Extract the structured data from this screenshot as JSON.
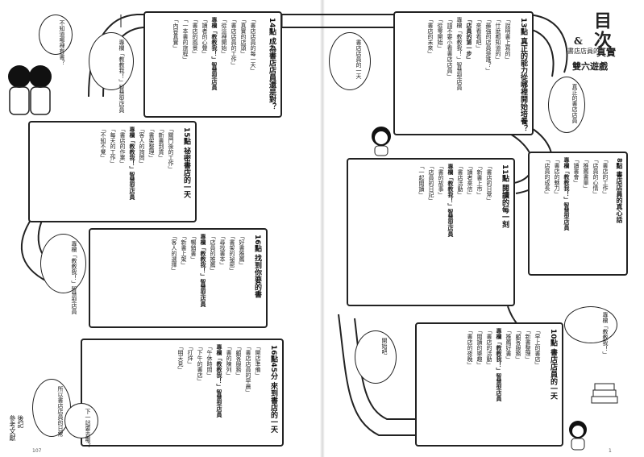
{
  "header": {
    "title": "目次",
    "amp": "&",
    "subtitle": "書店店員的",
    "emph": "真實",
    "subtitle2": "雙六遊戲"
  },
  "panels": {
    "p13": {
      "title": "13點 真正的能力從哪裡開始培養？",
      "cols": [
        "「說明書上寫的」",
        "「什麼都知道的」",
        "「最強的店員是誰？」",
        "「來看看吧」",
        "「店員的第一步」",
        "專欄「教教我！」智慧型店員",
        "「請不要小看書店店員」",
        "「從零開始」",
        "「書店的未來」"
      ]
    },
    "p14": {
      "title": "14點 成為書店店員還是對？",
      "cols": [
        "「書店店員的每一天」",
        "「真實的店頭」",
        "「書店店員的工作」",
        "「從這裡開始」",
        "專欄「教教我！」智慧型店員",
        "「讀者的心聲」",
        "「書店的風景」",
        "「一本書的旅程」",
        "「內容真實」"
      ]
    },
    "p15": {
      "title": "15點 祕密書店的一天",
      "cols": [
        "「關門後的工作」",
        "「新書到貨」",
        "「書架整理」",
        "「客人的詢問」",
        "專欄「教教我！」智慧型店員",
        "「書店的作業」",
        "「每天的工作」",
        "「不知不覺」"
      ]
    },
    "p16a": {
      "title": "16點 找到你要的書",
      "cols": [
        "「好書推薦」",
        "「書架的祕密」",
        "「尋找書本」",
        "「店員的推薦」",
        "專欄「教教我！」智慧型店員",
        "「暢銷書」",
        "「新書上架」",
        "「客人的選擇」"
      ]
    },
    "p16b": {
      "title": "16點45分 來到書店的一天",
      "cols": [
        "「開店準備」",
        "「書店店員的早晨」",
        "「顧客服務」",
        "「書的陳列」",
        "專欄「教教我！」智慧型店員",
        "「午休時間」",
        "「下午的書店」",
        "「打烊」",
        "「明天見」"
      ]
    },
    "p11": {
      "title": "11點 閱讀的每一刻",
      "cols": [
        "「書店的日常」",
        "「新書上市」",
        "「讀者來信」",
        "「書店活動」",
        "專欄「教教我！」智慧型店員",
        "「書的故事」",
        "「店員的日記」",
        "「一起閱讀」"
      ]
    },
    "p8": {
      "title": "8點 書店店員的真心話",
      "cols": [
        "「書店的工作」",
        "「店員的心情」",
        "「推薦書單」",
        "「讀書會」",
        "專欄「教教我！」智慧型店員",
        "「書店的魅力」",
        "「店員的成長」"
      ]
    },
    "p10": {
      "title": "10點 書店店員的一天",
      "cols": [
        "「早上的書店」",
        "「新書整理」",
        "「顧客服務」",
        "「推薦好書」",
        "專欄「教教我！」智慧型店員",
        "「書店的活動」",
        "「閱讀的樂趣」",
        "「書店的夜晚」"
      ]
    }
  },
  "bubbles": {
    "b1": "不知道哪裡有書？",
    "b2": "專欄「教教我！」智慧型店員",
    "b3": "專欄「教教我！」智慧型店員",
    "b4": "所以書店店員的日常",
    "b5": "下一站要去哪？",
    "b6": "書店店員的一天",
    "b7": "專欄「教教我！」",
    "b8": "開始吧",
    "b9": "真正的書店店員"
  },
  "footer": {
    "afterword": "後記",
    "refs": "參考文獻",
    "left_page": "107",
    "right_page": "1"
  },
  "colors": {
    "ink": "#222222",
    "accent": "#111111"
  }
}
